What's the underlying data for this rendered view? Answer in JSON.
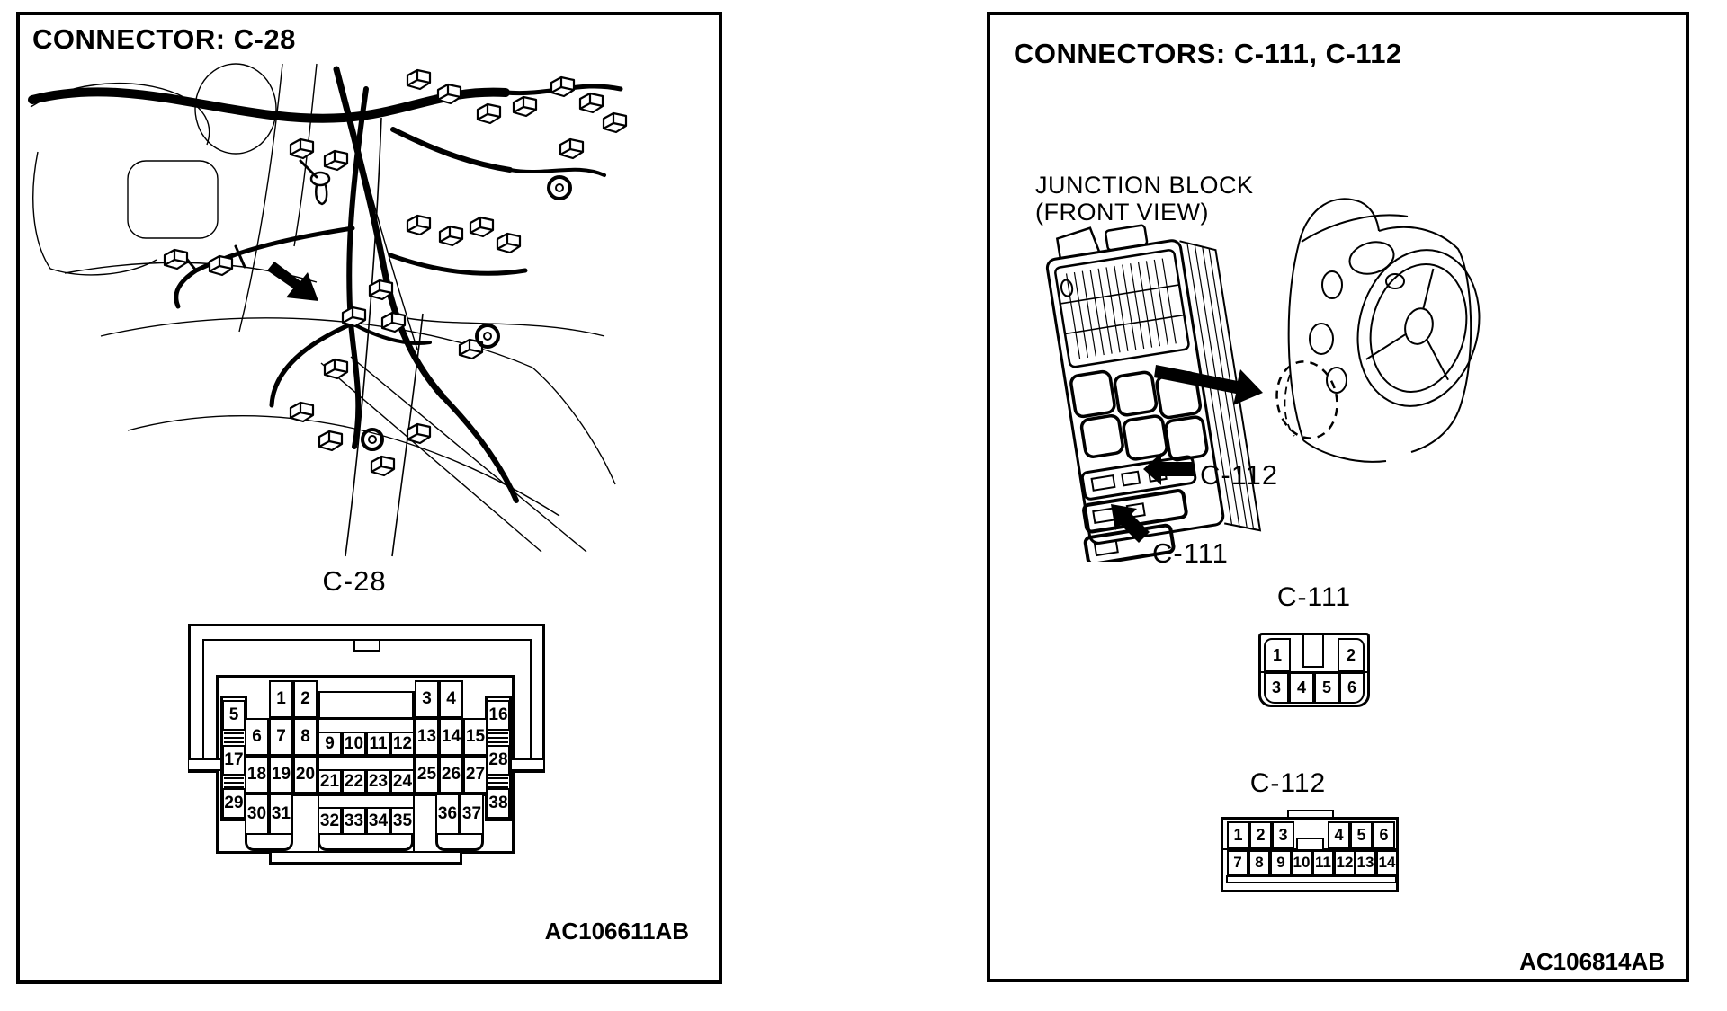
{
  "colors": {
    "ink": "#000000",
    "paper": "#ffffff"
  },
  "left_panel": {
    "title": "CONNECTOR: C-28",
    "figure_code": "AC106611AB",
    "connector": {
      "label": "C-28",
      "pins_row1_left": [
        "1",
        "2"
      ],
      "pins_row1_right": [
        "3",
        "4"
      ],
      "pins_left_edge": [
        "5",
        "17",
        "29"
      ],
      "pins_right_edge": [
        "16",
        "28",
        "38"
      ],
      "pins_row2_left": [
        "6",
        "7",
        "8"
      ],
      "pins_row2_center": [
        "9",
        "10",
        "11",
        "12"
      ],
      "pins_row2_right": [
        "13",
        "14",
        "15"
      ],
      "pins_row3_left": [
        "18",
        "19",
        "20"
      ],
      "pins_row3_center": [
        "21",
        "22",
        "23",
        "24"
      ],
      "pins_row3_right": [
        "25",
        "26",
        "27"
      ],
      "pins_row4_left": [
        "30",
        "31"
      ],
      "pins_row4_center": [
        "32",
        "33",
        "34",
        "35"
      ],
      "pins_row4_right": [
        "36",
        "37"
      ]
    }
  },
  "right_panel": {
    "title": "CONNECTORS: C-111, C-112",
    "figure_code": "AC106814AB",
    "junction_block_caption_line1": "JUNCTION BLOCK",
    "junction_block_caption_line2": "(FRONT VIEW)",
    "callout_c112": "C-112",
    "callout_c111": "C-111",
    "c111": {
      "label": "C-111",
      "pins_top": [
        "1",
        "2"
      ],
      "pins_bottom": [
        "3",
        "4",
        "5",
        "6"
      ]
    },
    "c112": {
      "label": "C-112",
      "pins_top": [
        "1",
        "2",
        "3",
        "4",
        "5",
        "6"
      ],
      "pins_bottom": [
        "7",
        "8",
        "9",
        "10",
        "11",
        "12",
        "13",
        "14"
      ]
    }
  }
}
